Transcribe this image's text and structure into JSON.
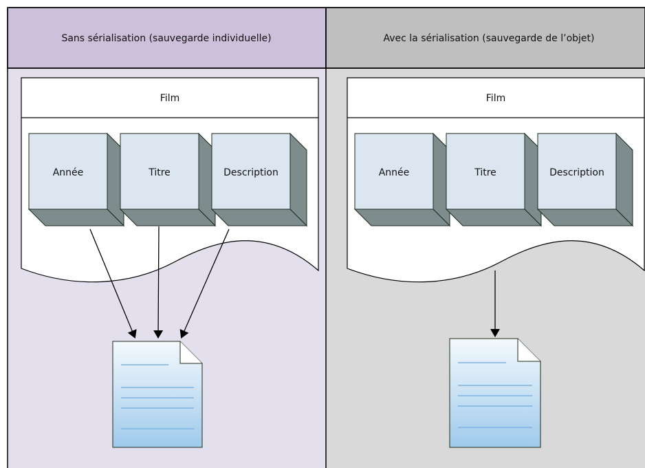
{
  "columns": [
    {
      "header": "Sans sérialisation (sauvegarde individuelle)",
      "header_color": "#ccc0da",
      "body_color": "#e4dfec",
      "object": {
        "title": "Film",
        "fields": [
          "Année",
          "Titre",
          "Description"
        ]
      },
      "arrows": "one-per-field",
      "file": "document-icon"
    },
    {
      "header": "Avec la sérialisation (sauvegarde de l’objet)",
      "header_color": "#bfbfbf",
      "body_color": "#d9d9d9",
      "object": {
        "title": "Film",
        "fields": [
          "Année",
          "Titre",
          "Description"
        ]
      },
      "arrows": "single-from-object",
      "file": "document-icon"
    }
  ],
  "colors": {
    "cube_face": "#dce6f1",
    "cube_side": "#7f8c8d",
    "cube_border": "#1a2b1a",
    "doc_fill_top": "#f4f9fd",
    "doc_fill_bottom": "#9fcaeb",
    "doc_lines": "#7fb3e0"
  }
}
